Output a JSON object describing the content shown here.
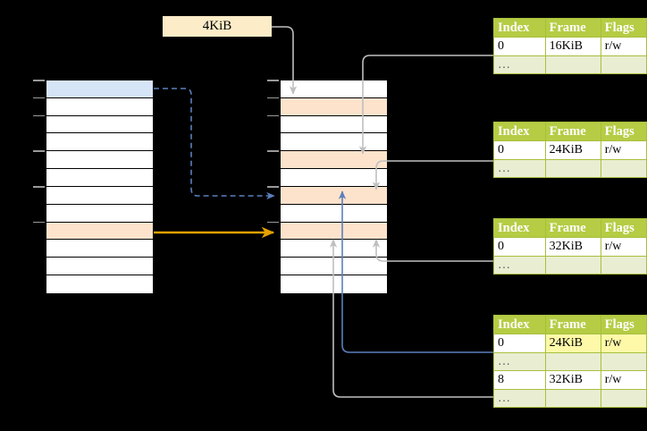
{
  "diagram": {
    "title": "Page table translation diagram",
    "page_size_label": "4KiB",
    "colors": {
      "highlight_blue": "#d6e4f7",
      "highlight_peach": "#fde3cc",
      "highlight_yellow": "#fdf9a8",
      "table_header_green": "#b5cc44",
      "table_alt_row": "#e9eed2",
      "arrow_blue": "#5b7fbd",
      "arrow_orange": "#e6a100",
      "connector_gray": "#b3b3b3",
      "background": "#000000",
      "cell_background": "#ffffff"
    },
    "left_column": {
      "name": "virtual-address-space",
      "row_count": 12,
      "rows": [
        {
          "index": 0,
          "fill": "blue"
        },
        {
          "index": 1,
          "fill": "white"
        },
        {
          "index": 2,
          "fill": "white"
        },
        {
          "index": 3,
          "fill": "white"
        },
        {
          "index": 4,
          "fill": "white"
        },
        {
          "index": 5,
          "fill": "white"
        },
        {
          "index": 6,
          "fill": "white"
        },
        {
          "index": 7,
          "fill": "white"
        },
        {
          "index": 8,
          "fill": "peach"
        },
        {
          "index": 9,
          "fill": "white"
        },
        {
          "index": 10,
          "fill": "white"
        },
        {
          "index": 11,
          "fill": "white"
        }
      ],
      "tick_rows": [
        0,
        1,
        2,
        4,
        6,
        8
      ]
    },
    "middle_column": {
      "name": "physical-memory",
      "row_count": 12,
      "rows": [
        {
          "index": 0,
          "fill": "white"
        },
        {
          "index": 1,
          "fill": "peach"
        },
        {
          "index": 2,
          "fill": "white"
        },
        {
          "index": 3,
          "fill": "white"
        },
        {
          "index": 4,
          "fill": "peach"
        },
        {
          "index": 5,
          "fill": "white"
        },
        {
          "index": 6,
          "fill": "peach"
        },
        {
          "index": 7,
          "fill": "white"
        },
        {
          "index": 8,
          "fill": "peach"
        },
        {
          "index": 9,
          "fill": "white"
        },
        {
          "index": 10,
          "fill": "white"
        },
        {
          "index": 11,
          "fill": "white"
        }
      ],
      "tick_rows": [
        0,
        1,
        2,
        4,
        6,
        8
      ]
    },
    "tables": [
      {
        "id": "page-table-1",
        "headers": [
          "Index",
          "Frame",
          "Flags"
        ],
        "rows": [
          {
            "cells": [
              "0",
              "16KiB",
              "r/w"
            ],
            "style": "normal",
            "highlight": []
          },
          {
            "cells": [
              "…",
              "",
              ""
            ],
            "style": "ellipsis",
            "highlight": []
          }
        ]
      },
      {
        "id": "page-table-2",
        "headers": [
          "Index",
          "Frame",
          "Flags"
        ],
        "rows": [
          {
            "cells": [
              "0",
              "24KiB",
              "r/w"
            ],
            "style": "normal",
            "highlight": []
          },
          {
            "cells": [
              "…",
              "",
              ""
            ],
            "style": "ellipsis",
            "highlight": []
          }
        ]
      },
      {
        "id": "page-table-3",
        "headers": [
          "Index",
          "Frame",
          "Flags"
        ],
        "rows": [
          {
            "cells": [
              "0",
              "32KiB",
              "r/w"
            ],
            "style": "normal",
            "highlight": []
          },
          {
            "cells": [
              "…",
              "",
              ""
            ],
            "style": "ellipsis",
            "highlight": []
          }
        ]
      },
      {
        "id": "page-table-4",
        "headers": [
          "Index",
          "Frame",
          "Flags"
        ],
        "rows": [
          {
            "cells": [
              "0",
              "24KiB",
              "r/w"
            ],
            "style": "normal",
            "highlight": [
              1,
              2
            ]
          },
          {
            "cells": [
              "…",
              "",
              ""
            ],
            "style": "ellipsis",
            "highlight": []
          },
          {
            "cells": [
              "8",
              "32KiB",
              "r/w"
            ],
            "style": "normal",
            "highlight": []
          },
          {
            "cells": [
              "…",
              "",
              ""
            ],
            "style": "ellipsis",
            "highlight": []
          }
        ]
      }
    ],
    "arrows": [
      {
        "name": "virtual-to-physical-dashed",
        "color": "#5b7fbd",
        "style": "dashed",
        "from": "left-column-row-0",
        "to": "middle-column-row-6"
      },
      {
        "name": "virtual-to-physical-solid",
        "color": "#e6a100",
        "style": "solid",
        "from": "left-column-row-8",
        "to": "middle-column-row-8"
      },
      {
        "name": "page-size-pointer",
        "color": "#b3b3b3",
        "style": "solid",
        "from": "page-size-label",
        "to": "middle-column-row-1"
      },
      {
        "name": "table1-to-memory",
        "color": "#b3b3b3",
        "style": "solid",
        "from": "page-table-1-row-0",
        "to": "middle-column-row-4"
      },
      {
        "name": "table2-to-memory",
        "color": "#b3b3b3",
        "style": "solid",
        "from": "page-table-2-row-0",
        "to": "middle-column-row-6"
      },
      {
        "name": "table3-to-memory",
        "color": "#b3b3b3",
        "style": "solid",
        "from": "page-table-3-row-0",
        "to": "middle-column-row-8"
      },
      {
        "name": "table4-row0-to-memory",
        "color": "#5b7fbd",
        "style": "solid",
        "from": "page-table-4-row-0",
        "to": "middle-column-row-6"
      },
      {
        "name": "table4-row8-to-memory",
        "color": "#b3b3b3",
        "style": "solid",
        "from": "page-table-4-row-2",
        "to": "middle-column-row-8"
      }
    ]
  }
}
